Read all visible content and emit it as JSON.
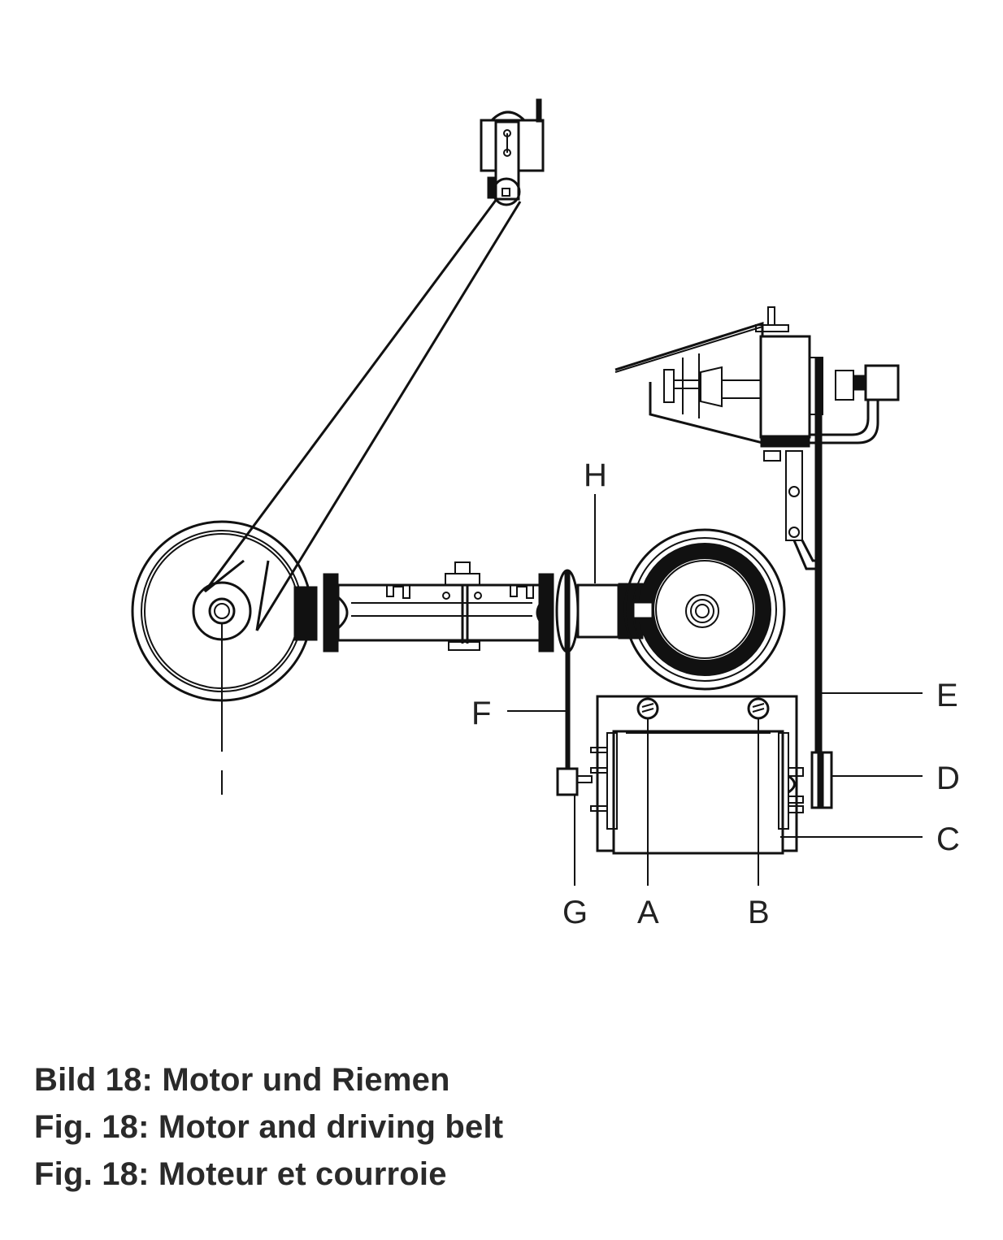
{
  "figure": {
    "labels": {
      "A": "A",
      "B": "B",
      "C": "C",
      "D": "D",
      "E": "E",
      "F": "F",
      "G": "G",
      "H": "H",
      "I": "I"
    },
    "colors": {
      "ink": "#111111",
      "paper": "#ffffff",
      "caption": "#2a2a2a"
    }
  },
  "caption": {
    "de": "Bild 18: Motor und Riemen",
    "en": "Fig. 18: Motor and driving belt",
    "fr": "Fig. 18: Moteur et courroie"
  }
}
